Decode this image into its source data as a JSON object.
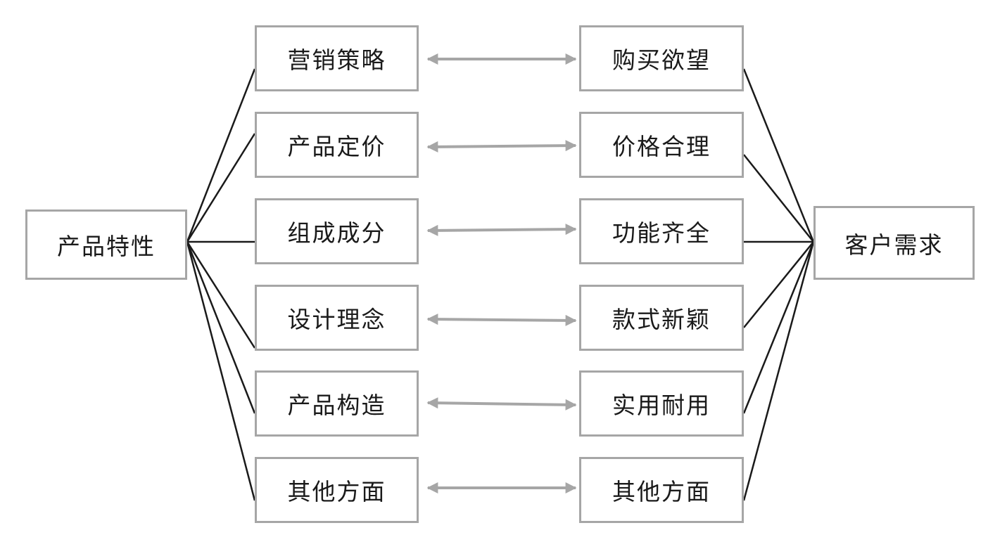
{
  "diagram": {
    "left_hub": {
      "label": "产品特性"
    },
    "right_hub": {
      "label": "客户需求"
    },
    "pairs": [
      {
        "left": "营销策略",
        "right": "购买欲望"
      },
      {
        "left": "产品定价",
        "right": "价格合理"
      },
      {
        "left": "组成成分",
        "right": "功能齐全"
      },
      {
        "left": "设计理念",
        "right": "款式新颖"
      },
      {
        "left": "产品构造",
        "right": "实用耐用"
      },
      {
        "left": "其他方面",
        "right": "其他方面"
      }
    ]
  },
  "colors": {
    "box_border": "#a6a6a6",
    "connector_line": "#1a1a1a",
    "arrow": "#a6a6a6",
    "text": "#1a1a1a"
  }
}
